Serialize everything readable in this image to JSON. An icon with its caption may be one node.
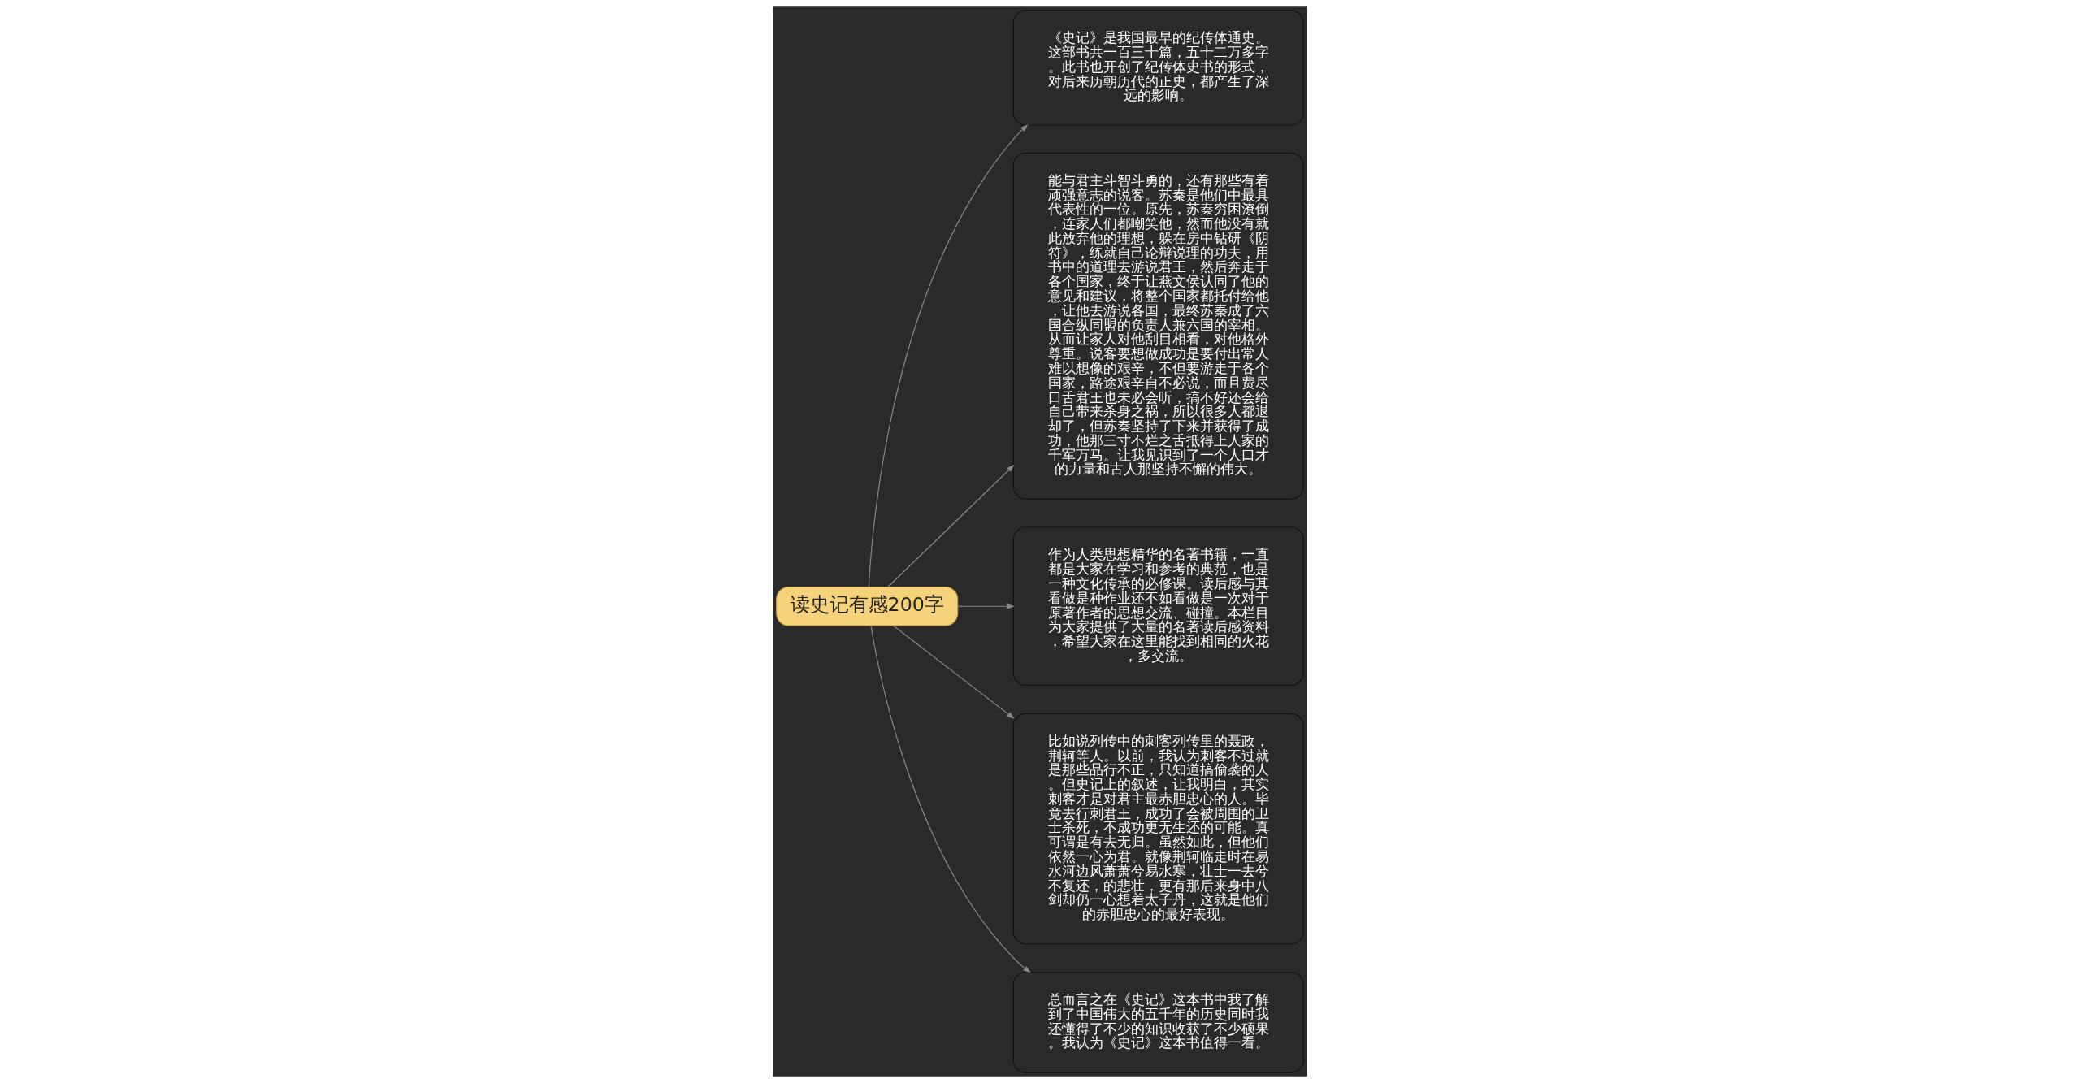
{
  "diagram": {
    "nodes": [
      {
        "text": [
          "读史记有感200字"
        ]
      },
      {
        "text": [
          "《史记》是我国最早的纪传体通史。这部书共一百三十篇，五十二万多字。此书也开创了纪传体史书的形式，对后来历朝历代的正史，都产生了深远的影响。"
        ]
      },
      {
        "text": [
          "能与君主斗智斗勇的，还有那些有着顽强意志的说客。苏秦是他们中最具代表性的一位。原先，苏秦穷困潦倒，连家人们都嘲笑他，然而他没有就此放弃他的理想，躲在房中钻研《阴符》，练就自己论辩说理的功夫，用书中的道理去游说君王，然后奔走于各个国家，终于让燕文侯认同了他的意见和建议，将整个国家都托付给他，让他去游说各国，最终苏秦成了六国合纵同盟的负责人兼六国的宰相。从而让家人对他刮目相看，对他格外尊重。说客要想做成功是要付出常人难以想像的艰辛，不但要游走于各个国家，路途艰辛自不必说，而且费尽口舌君王也未必会听，搞不好还会给自己带来杀身之祸，所以很多人都退却了，但苏秦坚持了下来并获得了成功，他那三寸不烂之舌抵得上人家的千军万马。让我见识到了一个人口才的力量和古人那坚持不懈的伟大。"
        ]
      },
      {
        "text": [
          "作为人类思想精华的名著书籍，一直都是大家在学习和参考的典范，也是一种文化传承的必修课。读后感与其看做是种作业还不如看做是一次对于原著作者的思想交流、碰撞。本栏目为大家提供了大量的名著读后感资料，希望大家在这里能找到相同的火花，多交流。"
        ]
      },
      {
        "text": [
          "比如说列传中的刺客列传里的聂政，荆轲等人。以前，我认为刺客不过就是那些品行不正，只知道搞偷袭的人。但史记上的叙述，让我明白，其实刺客才是对君主最赤胆忠心的人。毕竟去行刺君王，成功了会被周围的卫士杀死，不成功更无生还的可能。真可谓是有去无归。虽然如此，但他们依然一心为君。就像荆轲临走时在易水河边风萧萧兮易水寒，壮士一去兮不复还，的悲壮，更有那后来身中八剑却仍一心想着太子丹，这就是他们的赤胆忠心的最好表现。"
        ]
      },
      {
        "text": [
          "总而言之在《史记》这本书中我了解到了中国伟大的五千年的历史同时我还懂得了不少的知识收获了不少硕果。我认为《史记》这本书值得一看。"
        ]
      }
    ],
    "edges": [
      {
        "from": 0,
        "to": 1,
        "arrow": "to"
      },
      {
        "from": 0,
        "to": 2,
        "arrow": "to"
      },
      {
        "from": 0,
        "to": 3,
        "arrow": "to"
      },
      {
        "from": 0,
        "to": 4,
        "arrow": "to"
      },
      {
        "from": 0,
        "to": 5,
        "arrow": "to"
      }
    ]
  }
}
